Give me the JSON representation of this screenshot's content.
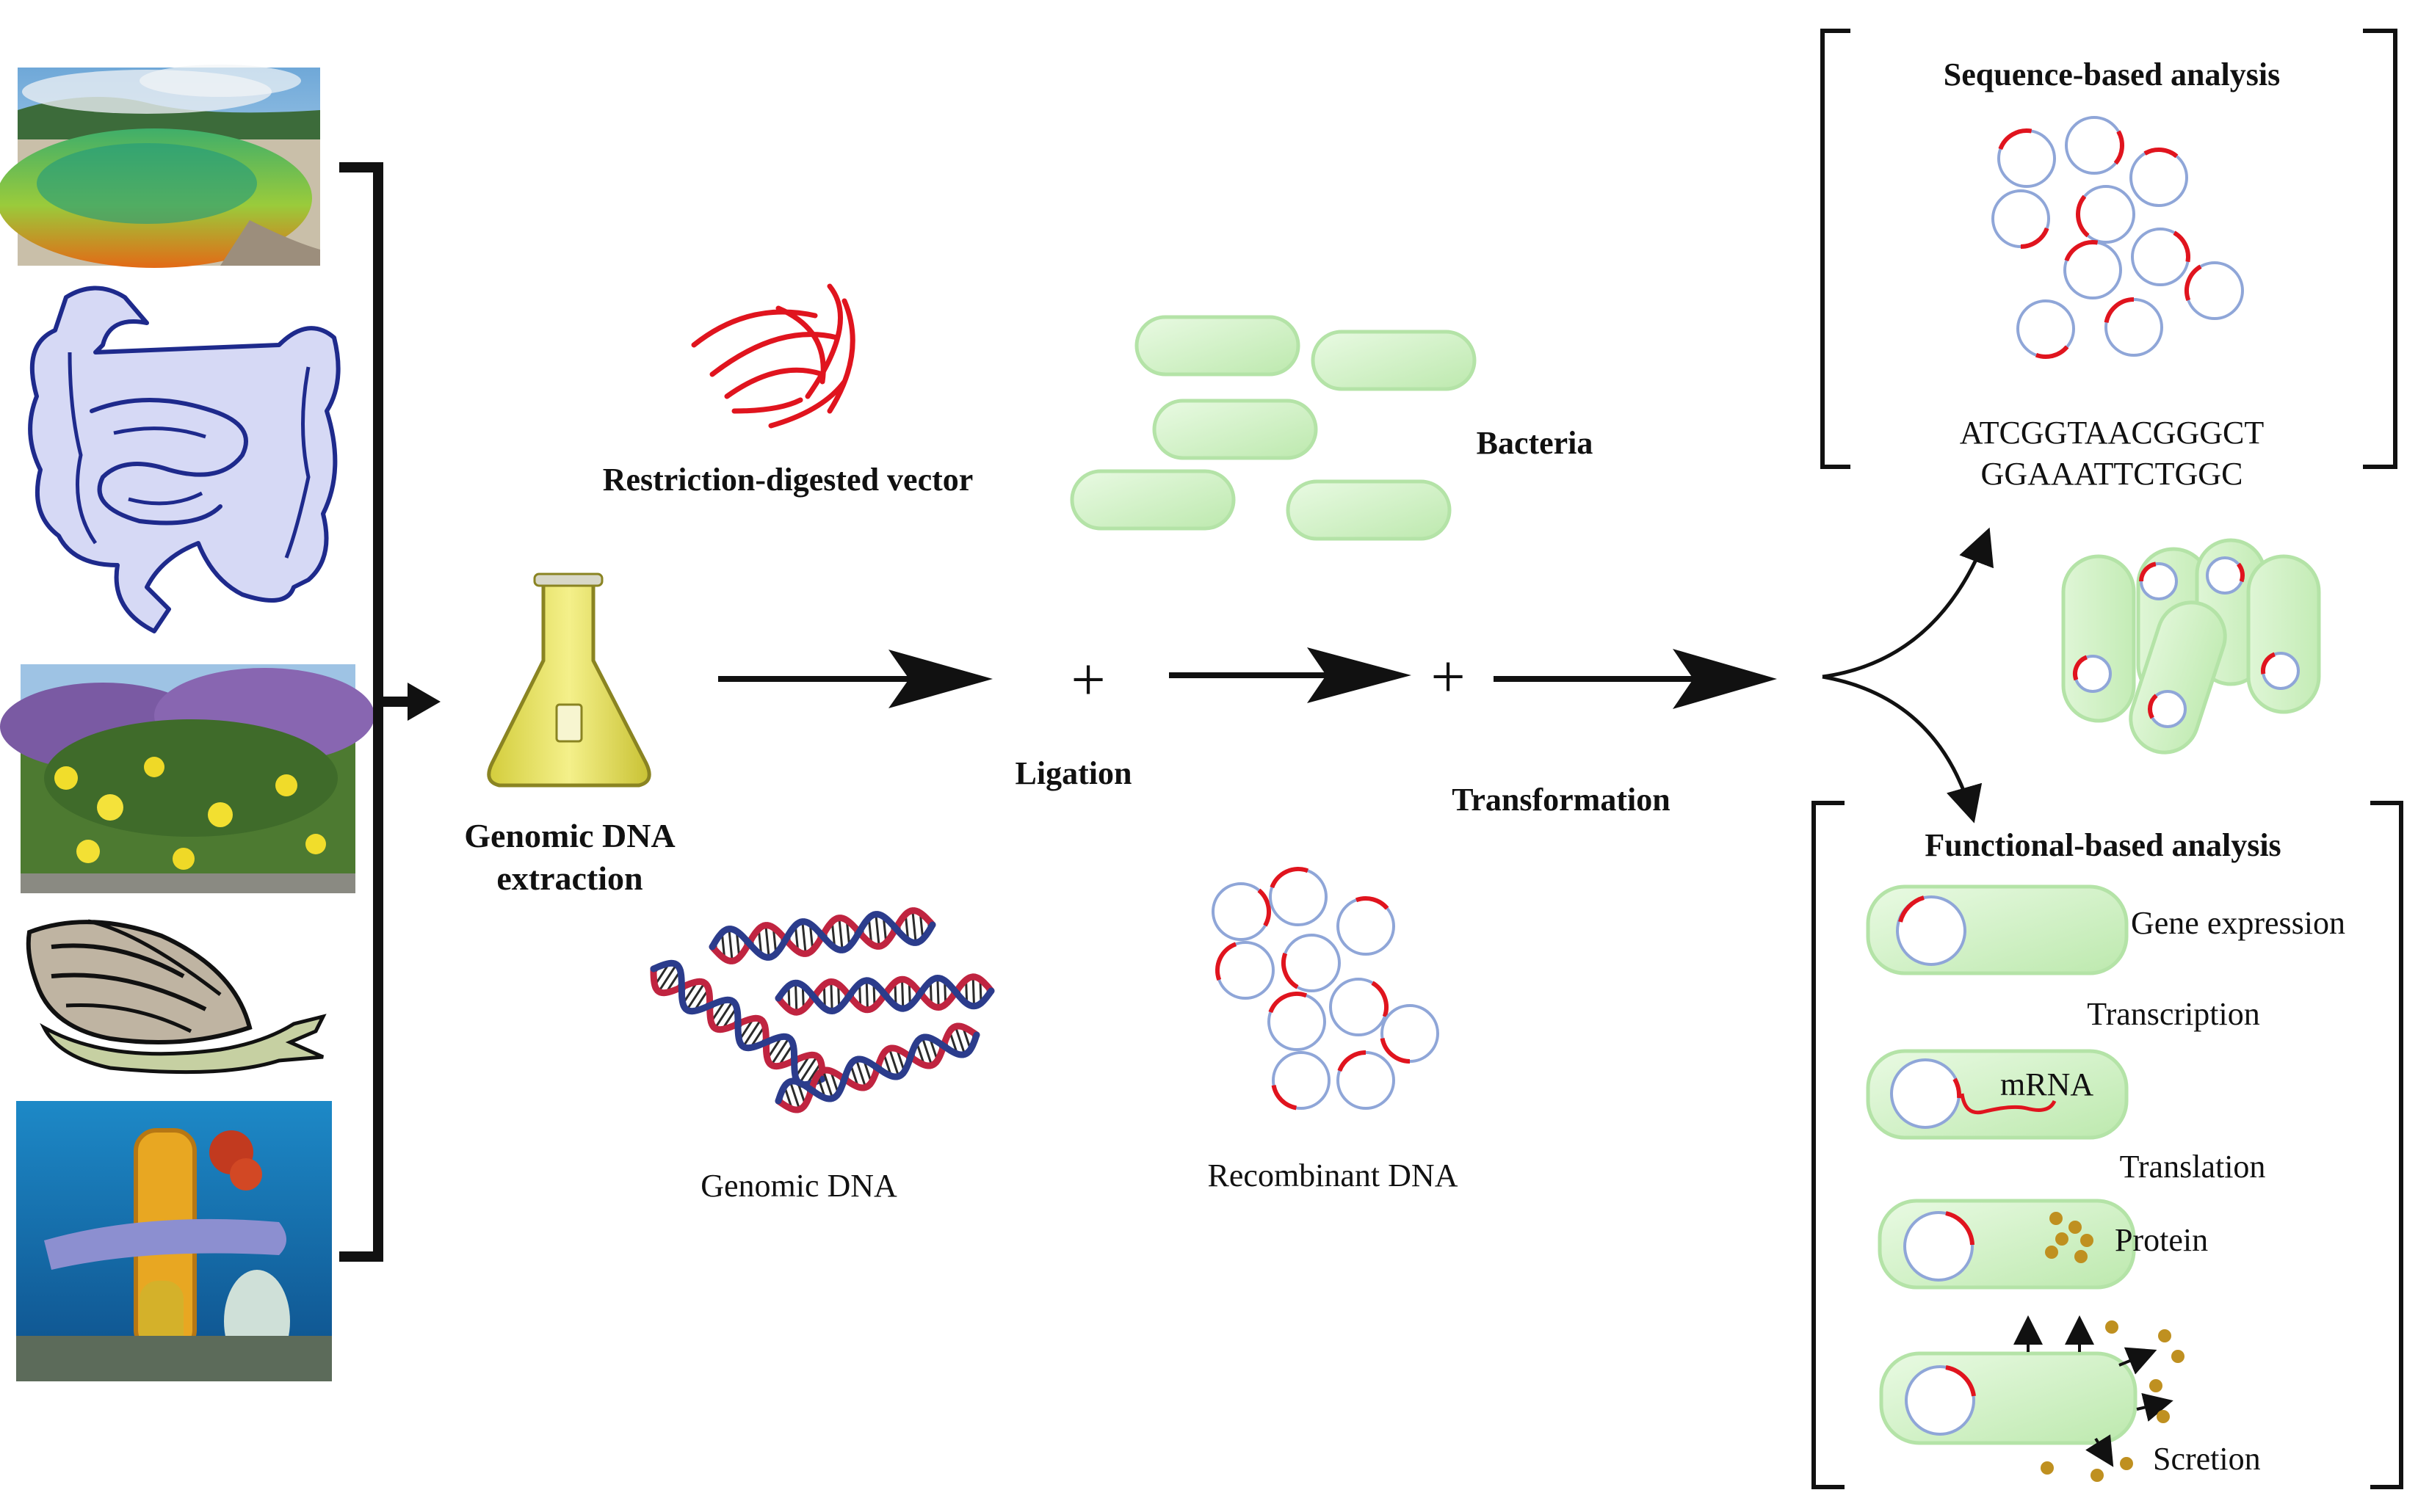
{
  "sources": {
    "hot_spring": "hot-spring-photo",
    "gut": "intestine-illustration",
    "plants": "flowering-shrub-photo",
    "snail": "snail-illustration",
    "reef": "coral-reef-photo"
  },
  "labels": {
    "extraction": [
      "Genomic DNA",
      "extraction"
    ],
    "vector": "Restriction-digested vector",
    "genomic_dna": "Genomic DNA",
    "bacteria": "Bacteria",
    "recombinant": "Recombinant DNA",
    "ligation": "Ligation",
    "transformation": "Transformation",
    "plus": "+"
  },
  "sequence_panel": {
    "title": "Sequence-based analysis",
    "sequence_lines": [
      "ATCGGTAACGGGCT",
      "GGAAATTCTGGC"
    ]
  },
  "functional_panel": {
    "title": "Functional-based analysis",
    "steps": {
      "gene_expression": "Gene expression",
      "transcription": "Transcription",
      "mrna": "mRNA",
      "translation": "Translation",
      "protein": "Protein",
      "secretion": "Scretion"
    }
  },
  "colors": {
    "ink": "#111111",
    "vector_red": "#e0141e",
    "plasmid_blue": "#8fa6d8",
    "cell_green": "#ccf0c0",
    "cell_edge": "#a6dc98",
    "dna_blue": "#2b3c8c",
    "dna_red": "#c02440",
    "protein_gold": "#bf9020",
    "gut_fill": "#d6d9f5",
    "gut_edge": "#1e2a8c"
  }
}
